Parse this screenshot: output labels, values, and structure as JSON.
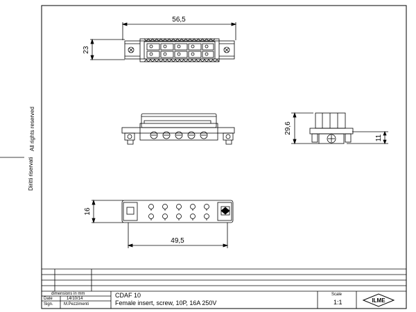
{
  "side_text": {
    "rights": "All rights reserved",
    "rights_it": "Diritti riservati"
  },
  "dimensions": {
    "top_width": "56,5",
    "top_height": "23",
    "side_height": "29,6",
    "side_low": "11",
    "bottom_height": "16",
    "bottom_width": "49,5"
  },
  "title_block": {
    "units": "dimensions in mm",
    "date_label": "Date",
    "date_value": "14/10/14",
    "sign_label": "Sign.",
    "sign_value": "M.Pezzimenti",
    "code": "CDAF 10",
    "description": "Female insert, screw, 10P, 16A 250V",
    "scale_label": "Scale",
    "scale_value": "1:1",
    "logo_text": "ILME"
  }
}
